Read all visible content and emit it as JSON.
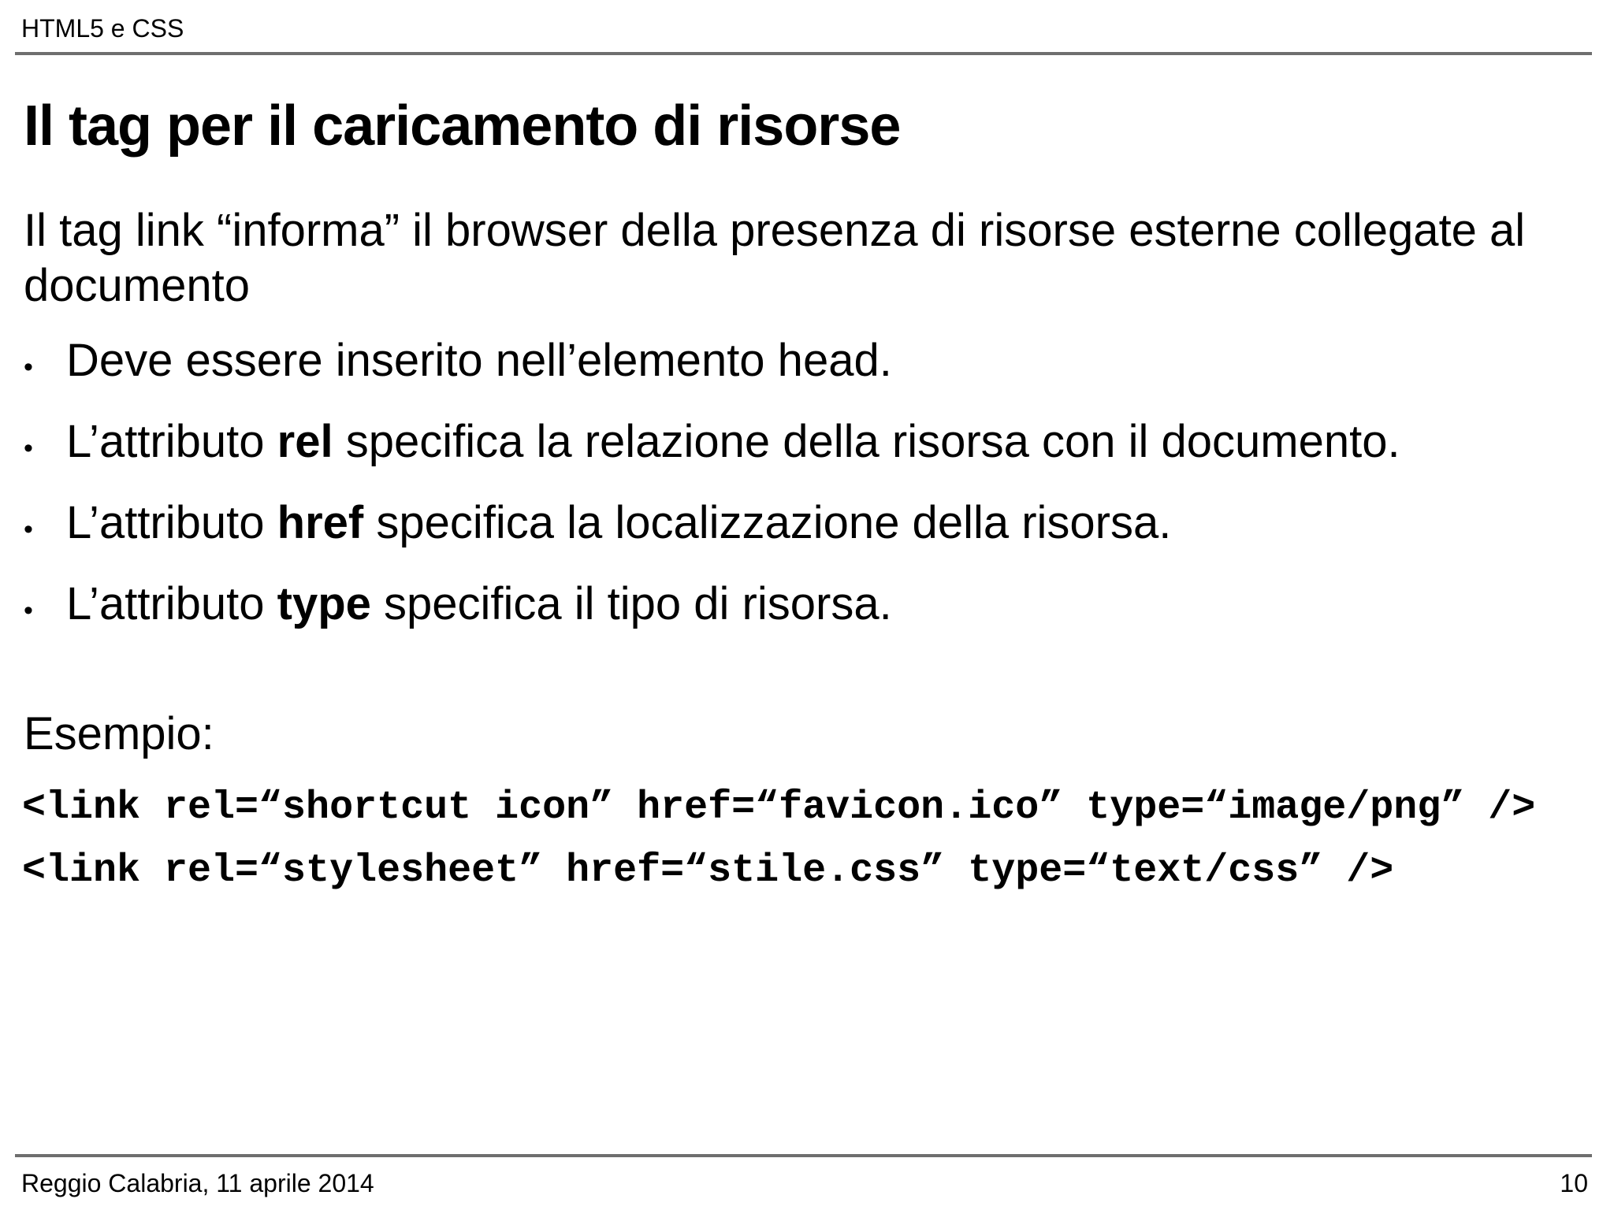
{
  "meta": {
    "background_color": "#ffffff",
    "text_color": "#000000",
    "rule_color": "#6e6e6e"
  },
  "header": {
    "label": "HTML5 e CSS"
  },
  "content": {
    "title": "Il tag per il caricamento di risorse",
    "intro_lines": [
      "Il tag link “informa” il browser della presenza di risorse esterne collegate al",
      "documento"
    ],
    "bullet_glyph": "•",
    "bullets": [
      {
        "pre": "Deve essere inserito nell’elemento head.",
        "bold": "",
        "post": ""
      },
      {
        "pre": "L’attributo ",
        "bold": "rel",
        "post": " specifica la relazione della risorsa con il documento."
      },
      {
        "pre": "L’attributo ",
        "bold": "href",
        "post": " specifica la localizzazione della risorsa."
      },
      {
        "pre": "L’attributo ",
        "bold": "type",
        "post": " specifica il tipo di risorsa."
      }
    ],
    "example_label": "Esempio:",
    "code_lines": [
      "<link rel=“shortcut icon” href=“favicon.ico” type=“image/png” />",
      "<link rel=“stylesheet” href=“stile.css” type=“text/css” />"
    ]
  },
  "footer": {
    "location_date": "Reggio Calabria, 11 aprile 2014",
    "page_number": "10"
  }
}
